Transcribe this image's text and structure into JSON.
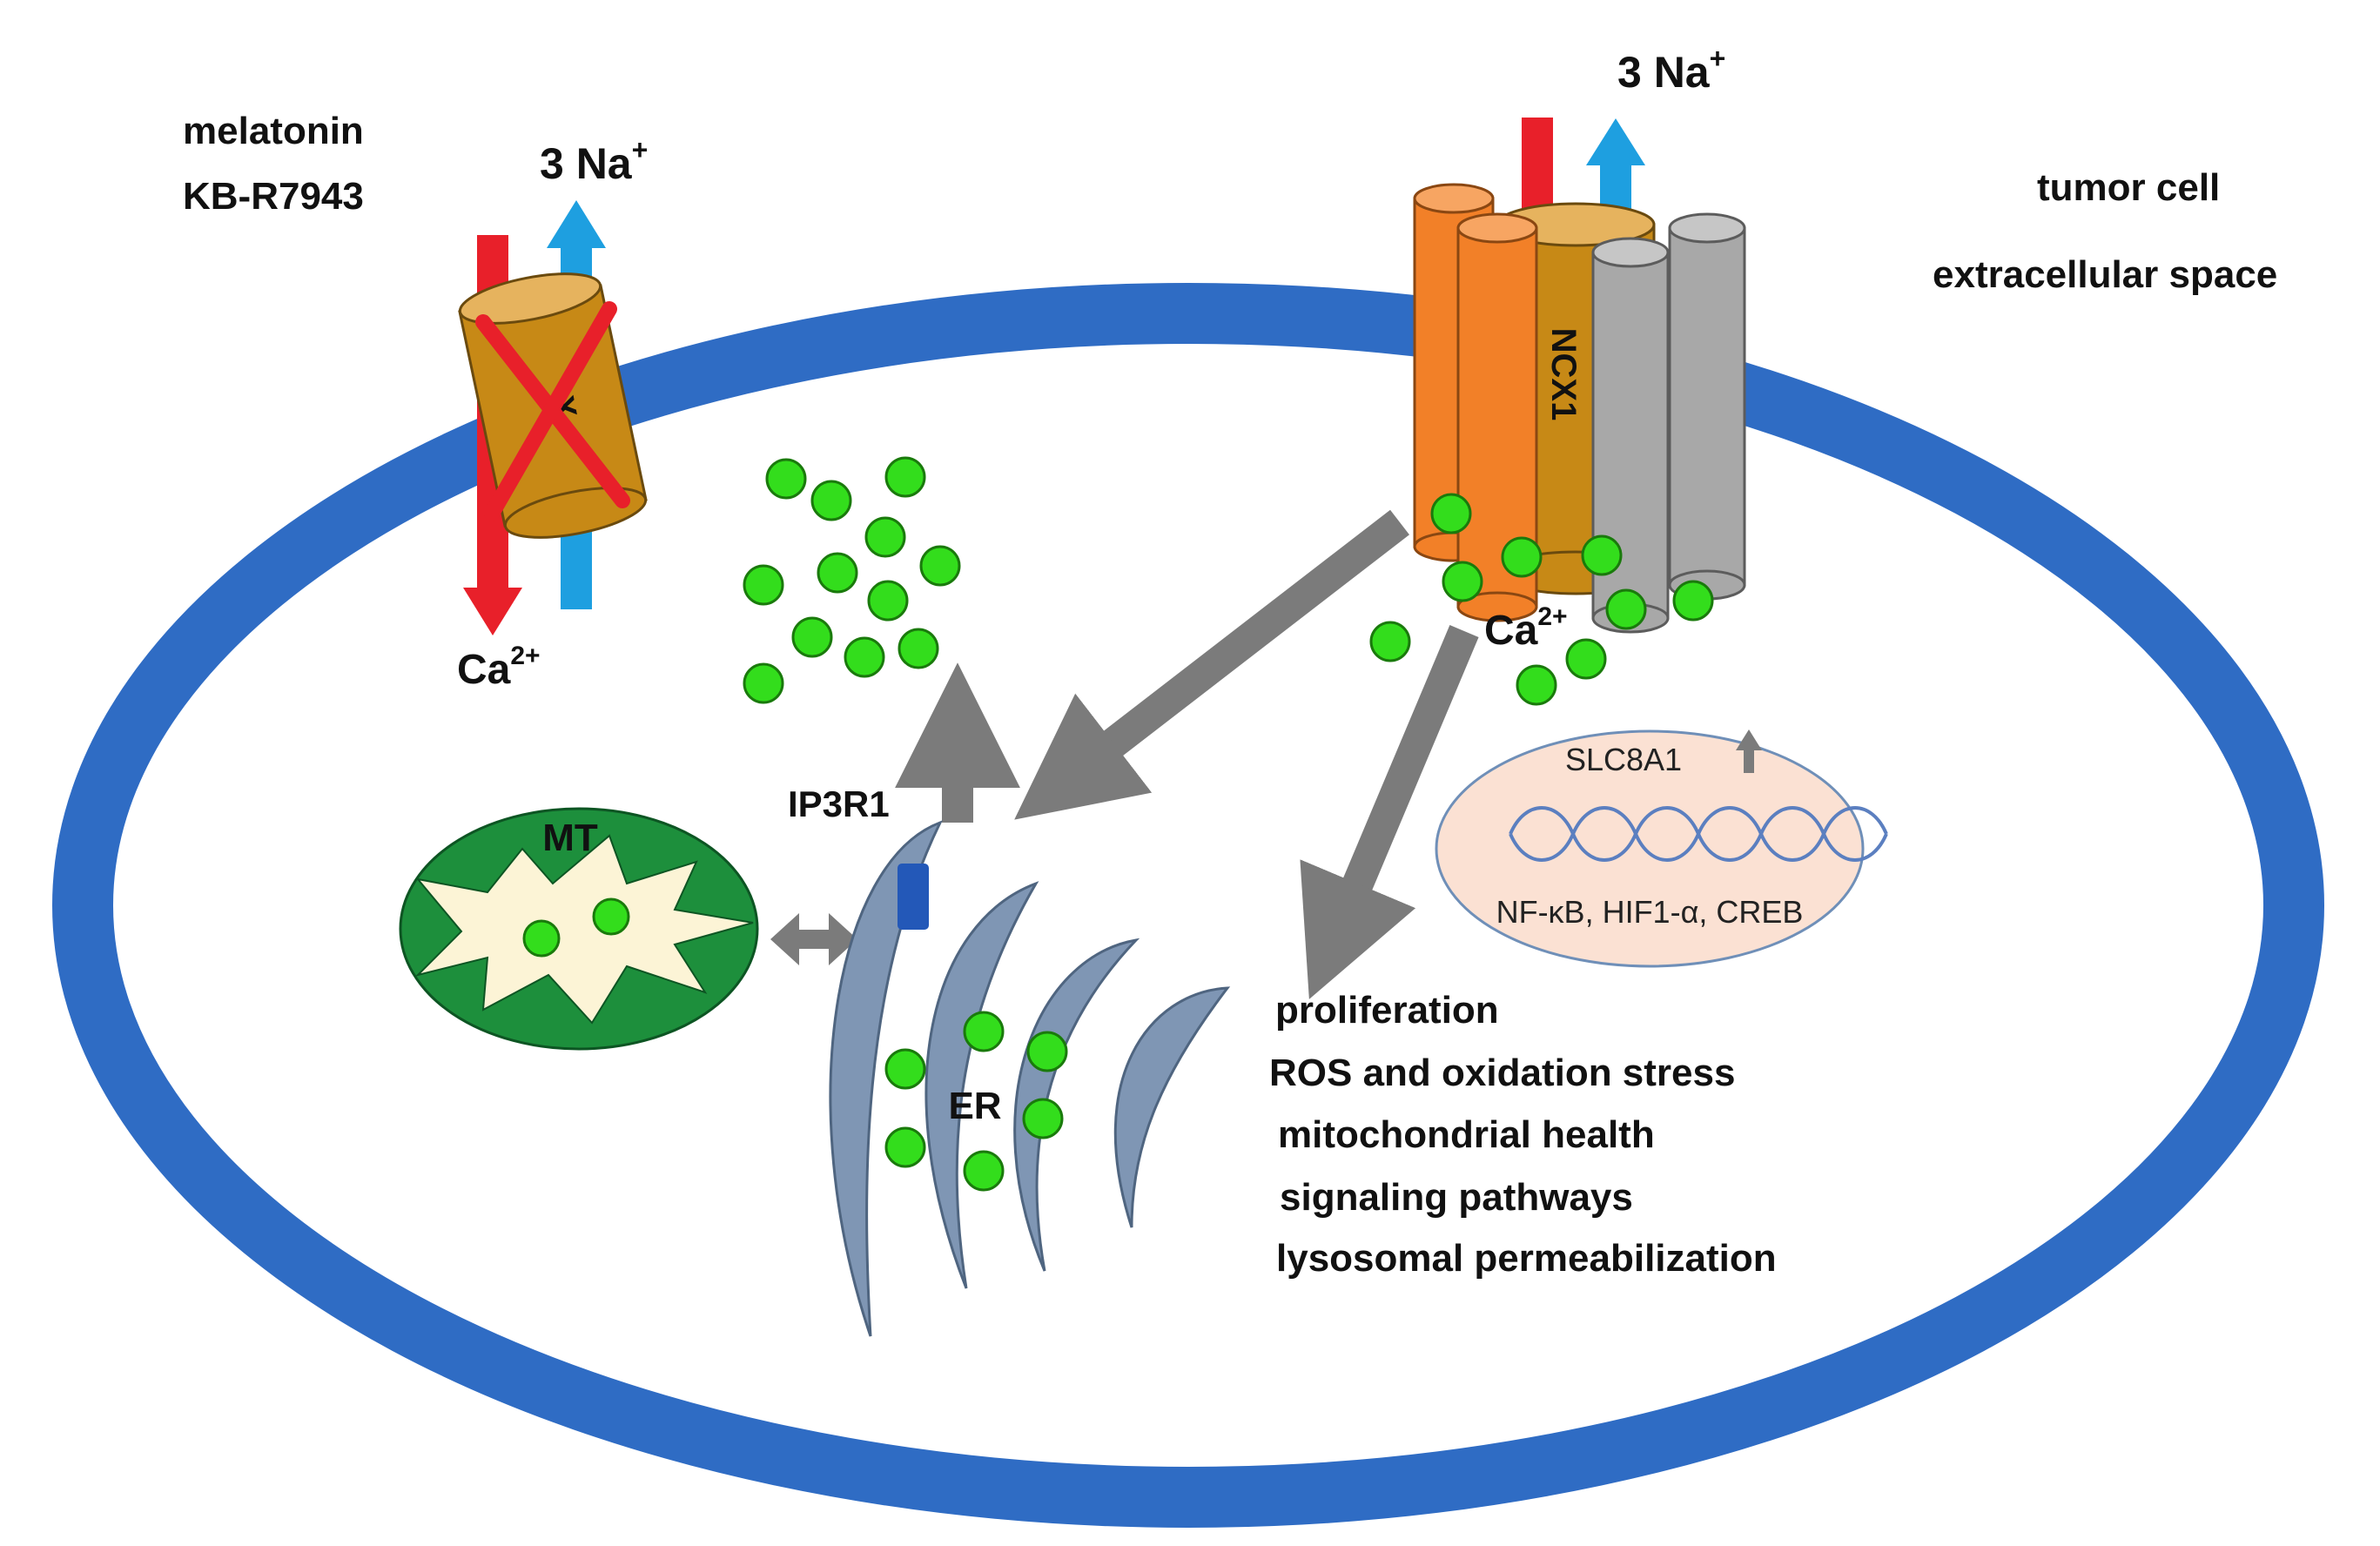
{
  "labels": {
    "drugs_line1": "melatonin",
    "drugs_line2": "KB-R7943",
    "na_left": "3 Na",
    "na_left_sup": "+",
    "ca_left": "Ca",
    "ca_left_sup": "2+",
    "blocked_channel": "X",
    "na_right": "3 Na",
    "na_right_sup": "+",
    "ncx1": "NCX1",
    "tumor_cell": "tumor cell",
    "extracellular": "extracellular space",
    "ca_right": "Ca",
    "ca_right_sup": "2+",
    "ip3r1": "IP3R1",
    "mt": "MT",
    "er": "ER",
    "slc8a1": "SLC8A1",
    "tf": "NF-κB, HIF1-α, CREB"
  },
  "effects": [
    "proliferation",
    "ROS and oxidation stress",
    "mitochondrial health",
    "signaling pathways",
    "lysosomal permeabilization"
  ],
  "colors": {
    "membrane": "#2f6cc4",
    "calcium": "#33dd1c",
    "arrow_gray": "#7b7b7b",
    "er": "#7f96b4",
    "mito_outer": "#1d8f3c",
    "mito_inner": "#fcf4d6",
    "ca_arrow": "#e8202a",
    "na_arrow": "#1e9fe0",
    "channel_tan": "#c78916",
    "helix_orange": "#f28028",
    "helix_gray": "#a8a8a8",
    "nucleus": "#fbe1d3"
  }
}
